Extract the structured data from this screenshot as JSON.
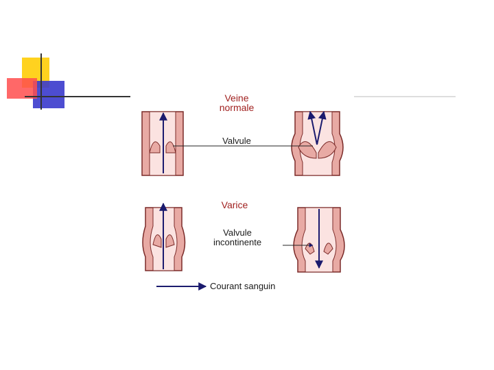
{
  "slide": {
    "decor_colors": {
      "yellow": "#ffd21f",
      "red": "#ff4d4d",
      "blue": "#3a3acc",
      "rule": "#333333"
    }
  },
  "diagram": {
    "colors": {
      "vein_wall": "#e8aaa4",
      "vein_lumen": "#fbe3e1",
      "outline": "#7a2a28",
      "arrow": "#1a1a6e"
    },
    "labels": {
      "normal_vein_line1": "Veine",
      "normal_vein_line2": "normale",
      "valve": "Valvule",
      "varicose": "Varice",
      "incontinent_line1": "Valvule",
      "incontinent_line2": "incontinente",
      "legend": "Courant sanguin"
    }
  }
}
